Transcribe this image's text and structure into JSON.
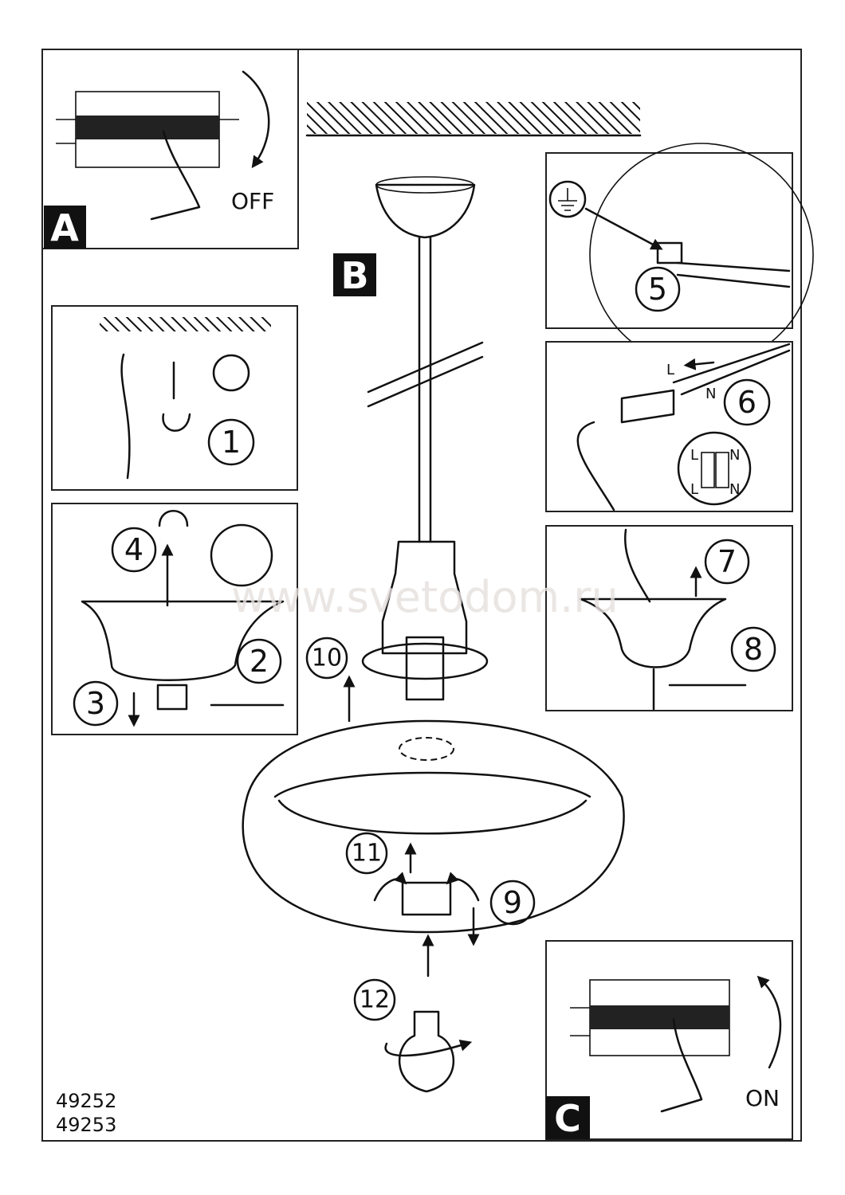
{
  "labels": {
    "a": "A",
    "b": "B",
    "c": "C"
  },
  "switch": {
    "off": "OFF",
    "on": "ON"
  },
  "steps": [
    "1",
    "2",
    "3",
    "4",
    "5",
    "6",
    "7",
    "8",
    "9",
    "10",
    "11",
    "12"
  ],
  "wiring": {
    "live": "L",
    "neutral": "N"
  },
  "models": [
    "49252",
    "49253"
  ],
  "watermark": "www.svetodom.ru"
}
